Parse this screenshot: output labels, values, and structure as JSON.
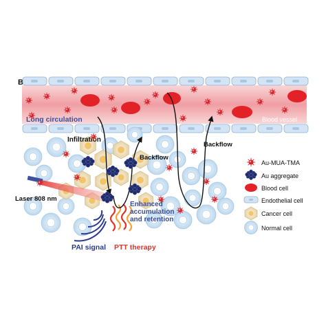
{
  "panel_label": "B",
  "labels": {
    "long_circulation": "Long circulation",
    "blood_vessel": "Blood vessel",
    "infiltration": "Infiltration",
    "backflow_1": "Backflow",
    "backflow_2": "Backflow",
    "laser": "Laser 808 nm",
    "epr_line1": "Enhanced",
    "epr_line2": "accumulation",
    "epr_line3": "and retention",
    "pai_signal": "PAI signal",
    "ptt_therapy": "PTT therapy"
  },
  "legend": [
    {
      "icon": "au-mua-tma-icon",
      "label": "Au-MUA-TMA"
    },
    {
      "icon": "au-aggregate-icon",
      "label": "Au aggregate"
    },
    {
      "icon": "blood-cell-icon",
      "label": "Blood cell"
    },
    {
      "icon": "endothelial-cell-icon",
      "label": "Endothelial cell"
    },
    {
      "icon": "cancer-cell-icon",
      "label": "Cancer cell"
    },
    {
      "icon": "normal-cell-icon",
      "label": "Normal cell"
    }
  ],
  "colors": {
    "vessel_lumen": "#f4b8bb",
    "endothelial": "#d3e4f4",
    "endothelial_stroke": "#8fb3d6",
    "blood_cell": "#e32227",
    "nanoparticle": "#d8262c",
    "aggregate": "#1f2a6b",
    "cancer_cell": "#f2e4c4",
    "cancer_nucleus": "#f3c56b",
    "normal_cell": "#d6e9f6",
    "normal_nucleus": "#bcdcf2",
    "laser_red": "#e5322d",
    "pai_blue": "#2b3a8f",
    "ptt_red": "#e5322d",
    "label_blue": "#3a4d9a"
  }
}
